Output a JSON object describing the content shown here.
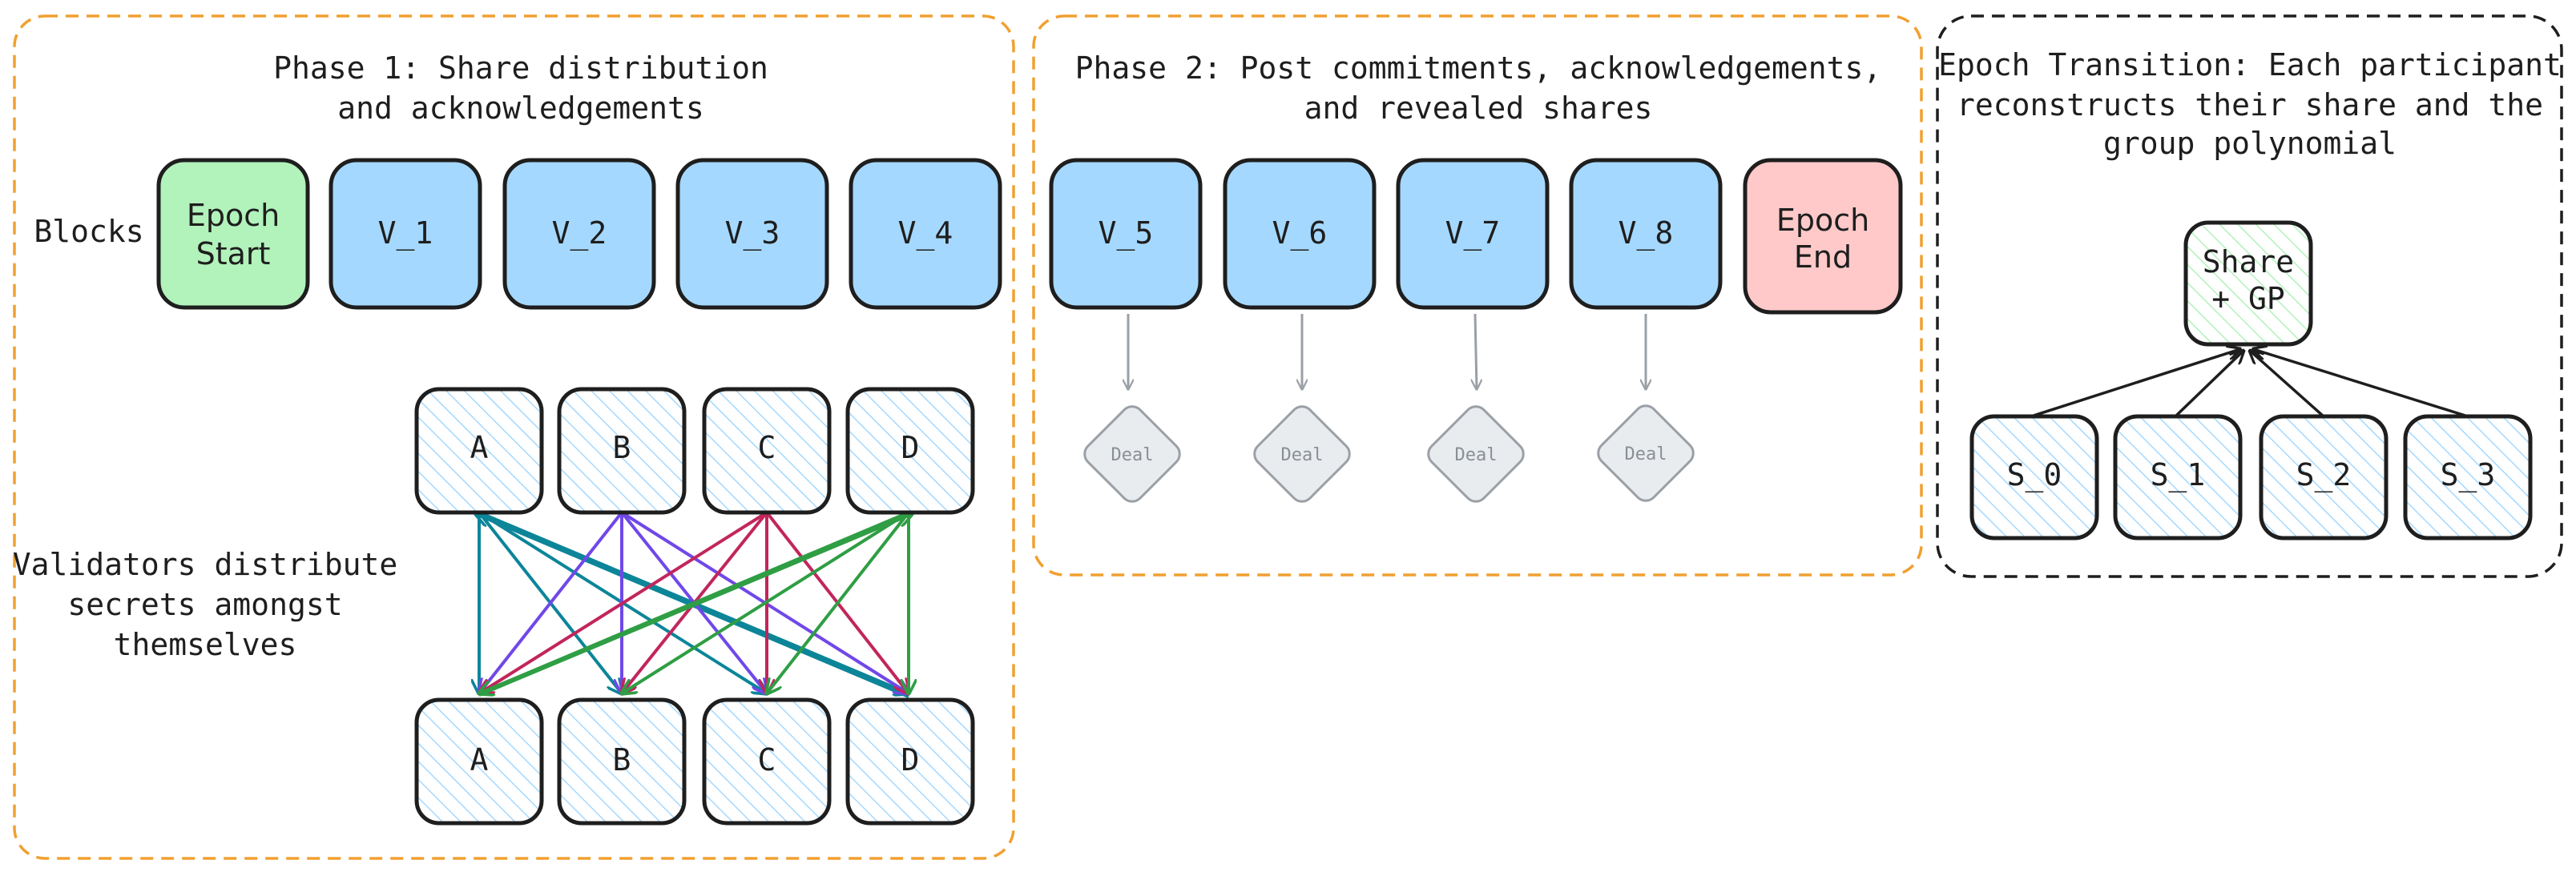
{
  "colors": {
    "block_blue": "#a5d8ff",
    "epoch_start_green": "#b2f2bb",
    "epoch_end_red": "#ffc9c9",
    "hatch_blue": "#a5d8ff",
    "hatch_green": "#b2f2bb",
    "deal_gray": "#e9ecef",
    "frame_orange": "#f0a030",
    "arrow_teal": "#0c8599",
    "arrow_purple": "#7048e8",
    "arrow_magenta": "#c2255c",
    "arrow_green": "#2f9e44"
  },
  "phase1": {
    "title_line1": "Phase 1: Share distribution",
    "title_line2": "and acknowledgements",
    "blocks_label": "Blocks",
    "epoch_start_line1": "Epoch",
    "epoch_start_line2": "Start",
    "blocks": [
      "V_1",
      "V_2",
      "V_3",
      "V_4"
    ],
    "desc_line1": "Validators distribute",
    "desc_line2": "secrets amongst",
    "desc_line3": "themselves",
    "validators_top": [
      "A",
      "B",
      "C",
      "D"
    ],
    "validators_bottom": [
      "A",
      "B",
      "C",
      "D"
    ]
  },
  "phase2": {
    "title_line1": "Phase 2: Post commitments, acknowledgements,",
    "title_line2": "and revealed shares",
    "blocks": [
      "V_5",
      "V_6",
      "V_7",
      "V_8"
    ],
    "epoch_end_line1": "Epoch",
    "epoch_end_line2": "End",
    "deals": [
      "Deal",
      "Deal",
      "Deal",
      "Deal"
    ]
  },
  "transition": {
    "title_line1": "Epoch Transition: Each participant",
    "title_line2": "reconstructs their share and the",
    "title_line3": "group polynomial",
    "root_line1": "Share",
    "root_line2": "+ GP",
    "shares": [
      "S_0",
      "S_1",
      "S_2",
      "S_3"
    ]
  }
}
